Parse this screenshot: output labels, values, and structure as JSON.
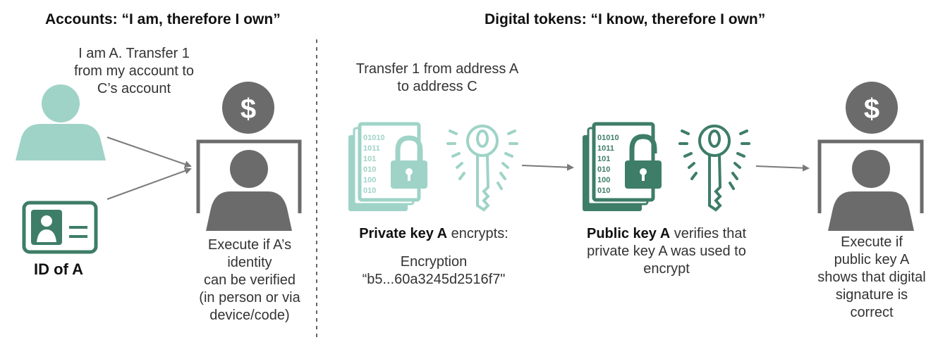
{
  "headers": {
    "accounts": "Accounts: “I am, therefore I own”",
    "tokens": "Digital tokens: “I know, therefore I own”"
  },
  "accounts": {
    "request_lines": [
      "I am A. Transfer 1",
      "from my account to",
      "C’s account"
    ],
    "id_label": "ID of A",
    "execute_lines": [
      "Execute if A’s",
      "identity",
      "can be verified",
      "(in person or via",
      "device/code)"
    ]
  },
  "tokens": {
    "request_lines": [
      "Transfer 1 from address A",
      "to address C"
    ],
    "private_key_label": "Private key A",
    "private_key_suffix": " encrypts:",
    "encryption_lines": [
      "Encryption",
      "“b5...60a3245d2516f7\""
    ],
    "public_key_label": "Public key A",
    "public_key_lines": [
      " verifies that",
      "private key A was used to",
      "encrypt"
    ],
    "execute_lines": [
      "Execute if",
      "public key A",
      "shows that digital",
      "signature is",
      "correct"
    ],
    "binary_lines": [
      "01010",
      "1011",
      "101",
      "010",
      "100",
      "010"
    ]
  },
  "icons": {
    "dollar": "$"
  },
  "colors": {
    "light_teal": "#9fd3c7",
    "dark_green": "#3e7d67",
    "gray": "#6b6b6b",
    "arrow": "#7a7a7a"
  }
}
